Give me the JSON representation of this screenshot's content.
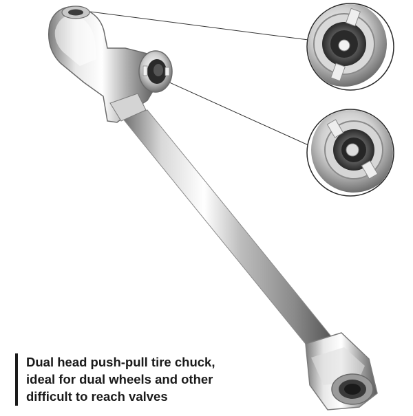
{
  "caption": {
    "lines": [
      "Dual head push-pull tire chuck,",
      "ideal for dual wheels and other",
      "difficult to reach valves"
    ]
  },
  "colors": {
    "background": "#ffffff",
    "text": "#1a1a1a",
    "accent_bar": "#1a1a1a",
    "chrome_light": "#f4f4f4",
    "chrome_mid": "#b9b9b9",
    "chrome_dark": "#5a5a5a",
    "rubber": "#1c1c1c"
  },
  "product": {
    "name_icon": "tire-chuck-photo",
    "callouts": [
      "callout-top-detail",
      "callout-bottom-detail"
    ]
  }
}
